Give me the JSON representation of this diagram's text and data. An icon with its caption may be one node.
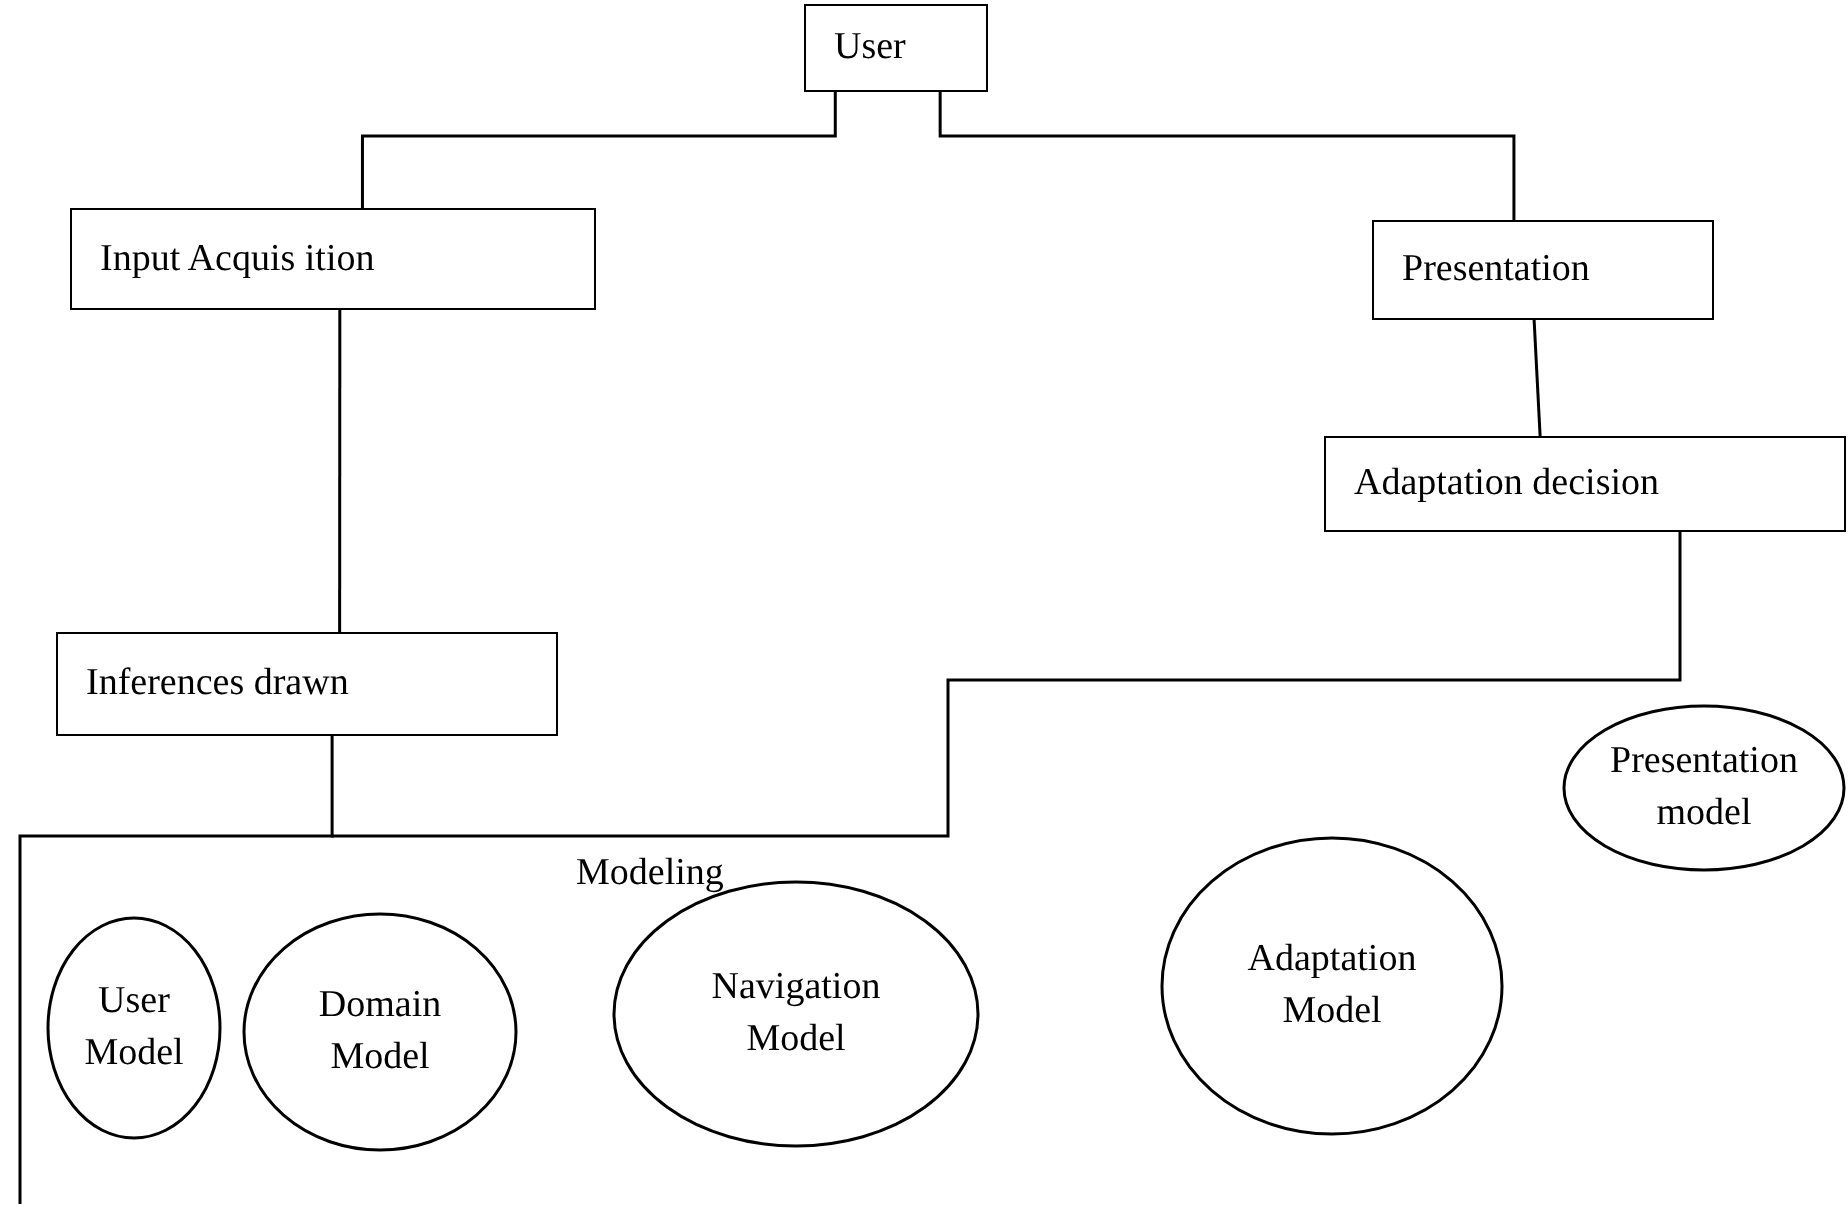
{
  "diagram": {
    "nodes": [
      {
        "text": [
          "User"
        ]
      },
      {
        "text": [
          "Input Acquis ition"
        ]
      },
      {
        "text": [
          "Presentation"
        ]
      },
      {
        "text": [
          "Adaptation decision"
        ]
      },
      {
        "text": [
          "Inferences drawn"
        ]
      },
      {
        "text": [
          "Presentation model"
        ]
      },
      {
        "text": [
          "User Model"
        ]
      },
      {
        "text": [
          "Domain Model"
        ]
      },
      {
        "text": [
          "Navigation Model"
        ]
      },
      {
        "text": [
          "Adaptation Model"
        ]
      }
    ],
    "edges": [
      {
        "from": 0,
        "to": 1,
        "arrow": "none"
      },
      {
        "from": 0,
        "to": 2,
        "arrow": "none"
      },
      {
        "from": 1,
        "to": 4,
        "arrow": "none"
      },
      {
        "from": 2,
        "to": 3,
        "arrow": "none"
      },
      {
        "from": 4,
        "to": 3,
        "arrow": "none"
      }
    ],
    "labels": [
      "Modeling"
    ]
  }
}
